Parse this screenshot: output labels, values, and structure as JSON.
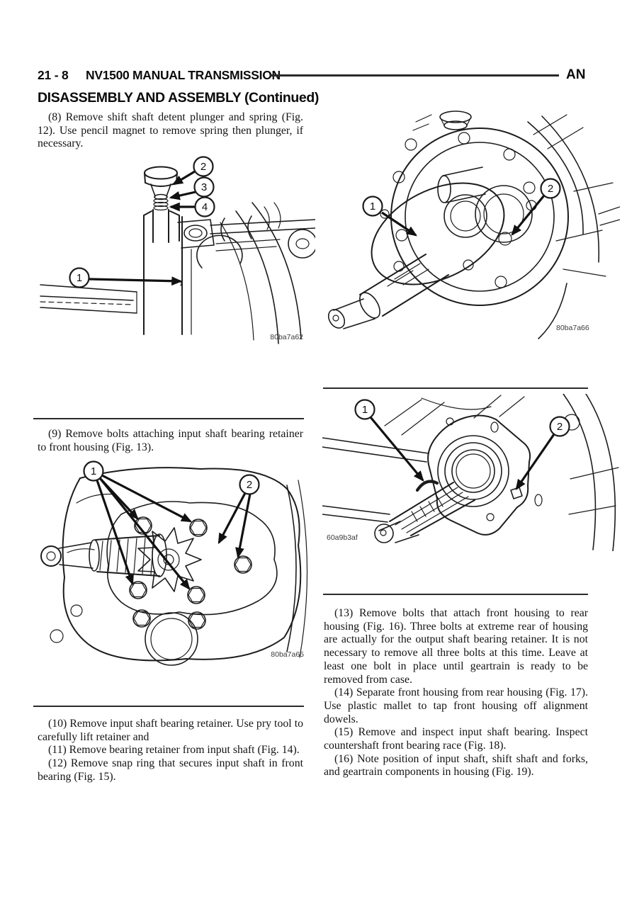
{
  "header": {
    "page_number": "21 - 8",
    "title": "NV1500 MANUAL TRANSMISSION",
    "volume_code": "AN"
  },
  "section_title": "DISASSEMBLY AND ASSEMBLY (Continued)",
  "left_column": {
    "step_8": "(8) Remove shift shaft detent plunger and spring (Fig. 12). Use pencil magnet to remove spring then plunger, if necessary.",
    "step_9": "(9) Remove bolts attaching input shaft bearing retainer to front housing (Fig. 13).",
    "step_10": "(10) Remove input shaft bearing retainer. Use pry tool to carefully lift retainer and",
    "step_11": "(11) Remove bearing retainer from input shaft (Fig. 14).",
    "step_12": "(12) Remove snap ring that secures input shaft in front bearing (Fig. 15)."
  },
  "right_column": {
    "step_13": "(13) Remove bolts that attach front housing to rear housing (Fig. 16). Three bolts at extreme rear of housing are actually for the output shaft bearing retainer. It is not necessary to remove all three bolts at this time. Leave at least one bolt in place until geartrain is ready to be removed from case.",
    "step_14": "(14) Separate front housing from rear housing (Fig. 17). Use plastic mallet to tap front housing off alignment dowels.",
    "step_15": "(15) Remove and inspect input shaft bearing. Inspect countershaft front bearing race (Fig. 18).",
    "step_16": "(16) Note position of input shaft, shift shaft and forks, and geartrain components in housing (Fig. 19)."
  },
  "figures": {
    "detent_plunger": {
      "code": "80ba7a62",
      "callout_1": "1",
      "callout_2": "2",
      "callout_3": "3",
      "callout_4": "4"
    },
    "front_housing_retainer": {
      "code": "80ba7a66",
      "callout_1": "1",
      "callout_2": "2"
    },
    "retainer_bolts": {
      "code": "80ba7a65",
      "callout_1": "1",
      "callout_2": "2"
    },
    "input_shaft_snap_ring": {
      "code": "60a9b3af",
      "callout_1": "1",
      "callout_2": "2"
    }
  },
  "colors": {
    "ink": "#1c1c1c",
    "paper": "#ffffff"
  }
}
